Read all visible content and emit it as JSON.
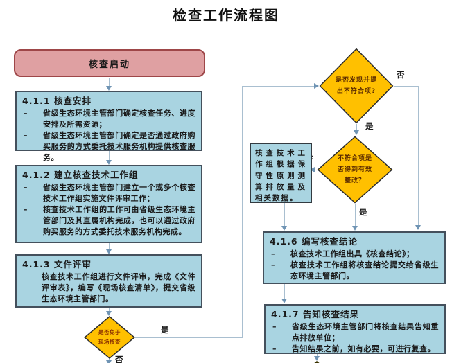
{
  "title": "检查工作流程图",
  "flow": {
    "start": {
      "label": "核查启动"
    },
    "box_411": {
      "heading": "4.1.1 核查安排",
      "bullet_marker": "–",
      "bullet1": "省级生态环境主管部门确定核查任务、进度安排及所需资源；",
      "bullet2": "省级生态环境主管部门确定是否通过政府购买服务的方式委托技术服务机构提供核查服务。"
    },
    "box_412": {
      "heading": "4.1.2 建立核查技术工作组",
      "bullet_marker": "–",
      "bullet1": "省级生态环境主管部门建立一个或多个核查技术工作组实施文件评审工作；",
      "bullet2": "核查技术工作组的工作可由省级生态环境主管部门及其直属机构完成，也可以通过政府购买服务的方式委托技术服务机构完成。"
    },
    "box_413": {
      "heading": "4.1.3 文件评审",
      "body": "核查技术工作组进行文件评审，完成《文件评审表》，编写《现场核查清单》，提交省级生态环境主管部门。"
    },
    "diamond_exempt_onsite": {
      "line1": "是否免于",
      "line2": "现场核查"
    },
    "diamond_nonconformity": {
      "line1": "是否发现并提",
      "line2": "出不符合项?"
    },
    "diamond_rectified": {
      "line1": "不符合项是",
      "line2": "否得到有效",
      "line3": "整改？"
    },
    "box_conservative": {
      "body": "核查技术工作组根据保守性原则测算排放量及相关数据。"
    },
    "box_416": {
      "heading": "4.1.6 编写核查结论",
      "bullet_marker": "–",
      "bullet1": "核查技术工作组出具《核查结论》；",
      "bullet2": "核查技术工作组将核查结论提交给省级生态环境主管部门。"
    },
    "box_417": {
      "heading": "4.1.7 告知核查结果",
      "bullet_marker": "–",
      "bullet1": "省级生态环境主管部门将核查结果告知重点排放单位；",
      "bullet2": "告知结果之前，如有必要，可进行复查。"
    },
    "labels": {
      "yes": "是",
      "no": "否"
    }
  },
  "colors": {
    "process_fill": "#a9d4e1",
    "process_border": "#44505c",
    "start_fill": "#dfa0a2",
    "start_border": "#9e4648",
    "decision_fill": "#ffc000",
    "decision_border": "#2b2b2b",
    "connector_line": "#a9bfd0",
    "arrowhead": "#6f94b4"
  }
}
